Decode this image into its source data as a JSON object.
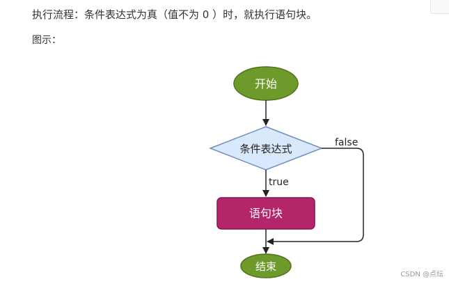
{
  "text": {
    "description": "执行流程：条件表达式为真（值不为 0 ）时，就执行语句块。",
    "diagram_label": "图示："
  },
  "flowchart": {
    "nodes": {
      "start": "开始",
      "condition": "条件表达式",
      "block": "语句块",
      "end": "结束"
    },
    "edges": {
      "true_label": "true",
      "false_label": "false"
    }
  },
  "watermark": "CSDN @点纭",
  "colors": {
    "terminal_fill": "#6e9a2c",
    "terminal_stroke": "#4f7418",
    "decision_fill": "#dae8fc",
    "decision_stroke": "#6c8ebf",
    "process_fill": "#b5256a",
    "process_stroke": "#8a1550",
    "arrow": "#222222"
  }
}
